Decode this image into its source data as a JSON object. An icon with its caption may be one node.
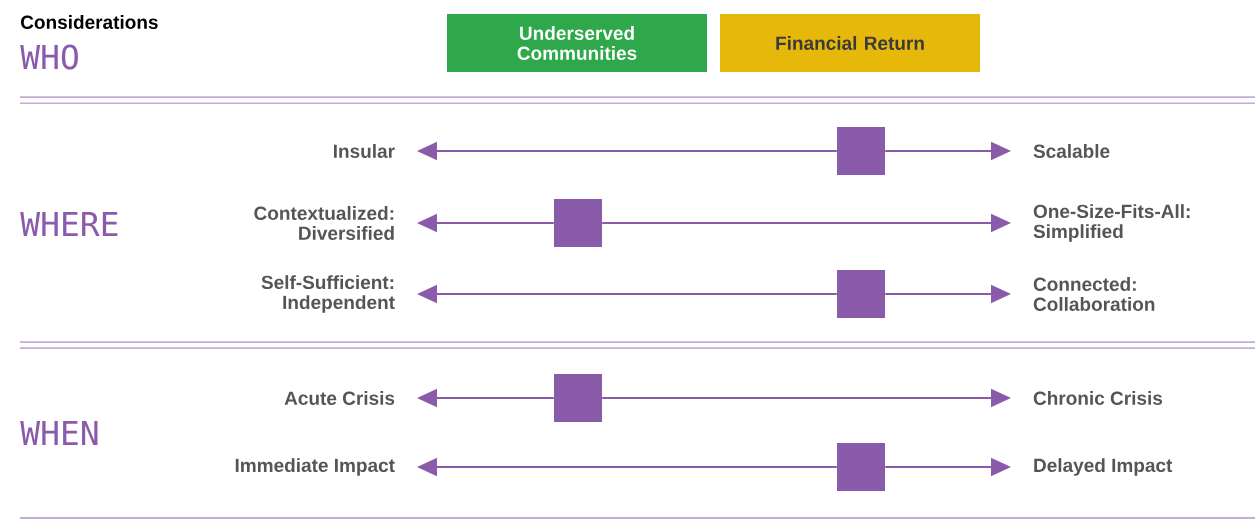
{
  "diagram": {
    "title": "Considerations",
    "nodes": [
      {
        "text": [
          "Underserved Communities"
        ]
      },
      {
        "text": [
          "Financial Return"
        ]
      },
      {
        "text": [
          "Insular"
        ]
      },
      {
        "text": [],
        "shape": "box"
      },
      {
        "text": [
          "Scalable"
        ]
      },
      {
        "text": [
          "Contextualized: Diversified"
        ]
      },
      {
        "text": [],
        "shape": "box"
      },
      {
        "text": [
          "One-Size-Fits-All: Simplified"
        ]
      },
      {
        "text": [
          "Self-Sufficient: Independent"
        ]
      },
      {
        "text": [],
        "shape": "box"
      },
      {
        "text": [
          "Connected: Collaboration"
        ]
      },
      {
        "text": [
          "Acute Crisis"
        ]
      },
      {
        "text": [],
        "shape": "box"
      },
      {
        "text": [
          "Chronic Crisis"
        ]
      },
      {
        "text": [
          "Immediate Impact"
        ]
      },
      {
        "text": [],
        "shape": "box"
      },
      {
        "text": [
          "Delayed Impact"
        ]
      }
    ],
    "edges": [
      {
        "from": 3,
        "to": 2,
        "arrow": "to"
      },
      {
        "from": 3,
        "to": 4,
        "arrow": "to"
      },
      {
        "from": 6,
        "to": 5,
        "arrow": "to"
      },
      {
        "from": 6,
        "to": 7,
        "arrow": "to"
      },
      {
        "from": 9,
        "to": 8,
        "arrow": "to"
      },
      {
        "from": 9,
        "to": 10,
        "arrow": "to"
      },
      {
        "from": 12,
        "to": 11,
        "arrow": "to"
      },
      {
        "from": 12,
        "to": 13,
        "arrow": "to"
      },
      {
        "from": 15,
        "to": 14,
        "arrow": "to"
      },
      {
        "from": 15,
        "to": 16,
        "arrow": "to"
      }
    ],
    "labels": [
      "WHO",
      "WHERE",
      "WHEN"
    ]
  }
}
